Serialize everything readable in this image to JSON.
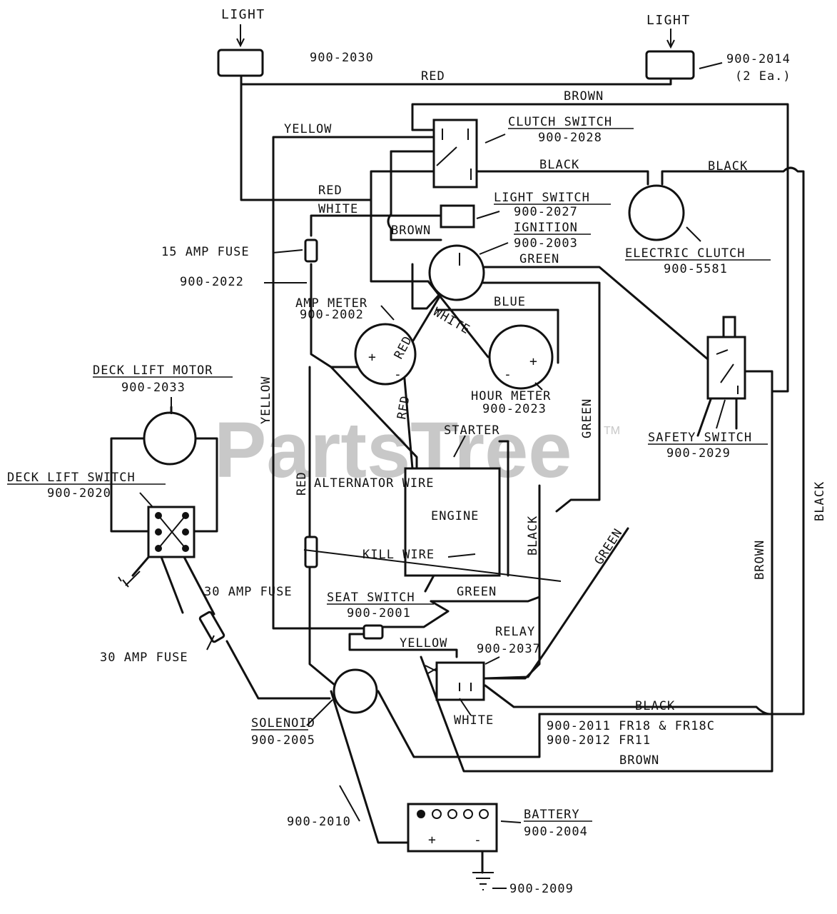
{
  "watermark": {
    "text": "PartsTree",
    "trademark": "TM"
  },
  "components": {
    "light_left": {
      "label": "LIGHT"
    },
    "light_right": {
      "label": "LIGHT",
      "part": "900-2014",
      "qty": "(2 Ea.)"
    },
    "light_wire": {
      "part": "900-2030"
    },
    "clutch_switch": {
      "label": "CLUTCH SWITCH",
      "part": "900-2028"
    },
    "light_switch": {
      "label": "LIGHT SWITCH",
      "part": "900-2027"
    },
    "ignition": {
      "label": "IGNITION",
      "part": "900-2003"
    },
    "electric_clutch": {
      "label": "ELECTRIC CLUTCH",
      "part": "900-5581"
    },
    "fuse_15": {
      "label": "15 AMP FUSE"
    },
    "harness": {
      "part": "900-2022"
    },
    "amp_meter": {
      "label": "AMP METER",
      "part": "900-2002"
    },
    "hour_meter": {
      "label": "HOUR METER",
      "part": "900-2023"
    },
    "safety_switch": {
      "label": "SAFETY SWITCH",
      "part": "900-2029"
    },
    "deck_lift_motor": {
      "label": "DECK LIFT MOTOR",
      "part": "900-2033"
    },
    "deck_lift_switch": {
      "label": "DECK LIFT SWITCH",
      "part": "900-2020"
    },
    "engine": {
      "label": "ENGINE",
      "starter": "STARTER",
      "alternator": "ALTERNATOR WIRE",
      "kill": "KILL WIRE"
    },
    "fuse_30_a": {
      "label": "30 AMP FUSE"
    },
    "fuse_30_b": {
      "label": "30 AMP FUSE"
    },
    "seat_switch": {
      "label": "SEAT SWITCH",
      "part": "900-2001"
    },
    "relay": {
      "label": "RELAY",
      "part": "900-2037"
    },
    "solenoid": {
      "label": "SOLENOID",
      "part": "900-2005"
    },
    "cable_pos": {
      "part": "900-2010"
    },
    "battery": {
      "label": "BATTERY",
      "part": "900-2004",
      "plus": "+",
      "minus": "-"
    },
    "ground": {
      "part": "900-2009"
    },
    "cable_neg": {
      "line1": "900-2011 FR18 & FR18C",
      "line2": "900-2012 FR11"
    }
  },
  "wires": {
    "red_top": "RED",
    "brown_top": "BROWN",
    "yellow_clutch": "YELLOW",
    "black_clutch": "BLACK",
    "black_right": "BLACK",
    "red_switch": "RED",
    "white_switch": "WHITE",
    "brown_switch": "BROWN",
    "green_ign": "GREEN",
    "blue": "BLUE",
    "white_diag": "WHITE",
    "red_amp": "RED",
    "red_amp2": "RED",
    "yellow_vert": "YELLOW",
    "green_vert": "GREEN",
    "red_vert": "RED",
    "black_vert": "BLACK",
    "black_far": "BLACK",
    "brown_vert": "BROWN",
    "green_seat": "GREEN",
    "green_diag": "GREEN",
    "yellow_seat": "YELLOW",
    "white_relay": "WHITE",
    "black_bottom": "BLACK",
    "brown_bottom": "BROWN"
  },
  "plus_symbol": "+",
  "minus_symbol": "-"
}
